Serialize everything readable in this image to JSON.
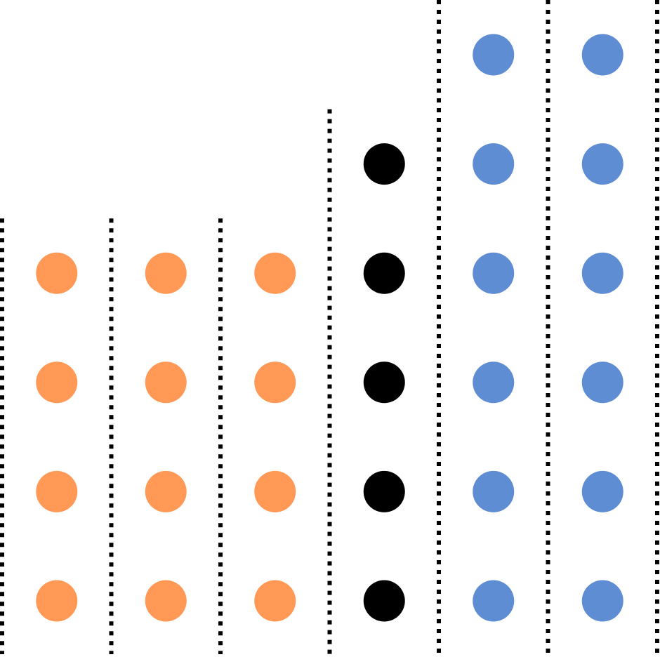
{
  "diagram": {
    "columns": [
      {
        "count": 4,
        "color": "#FF9955"
      },
      {
        "count": 4,
        "color": "#FF9955"
      },
      {
        "count": 4,
        "color": "#FF9955"
      },
      {
        "count": 5,
        "color": "#000000"
      },
      {
        "count": 6,
        "color": "#5F8DD3"
      },
      {
        "count": 6,
        "color": "#5F8DD3"
      }
    ],
    "divider_color": "#000000",
    "background": "#FFFFFF"
  }
}
